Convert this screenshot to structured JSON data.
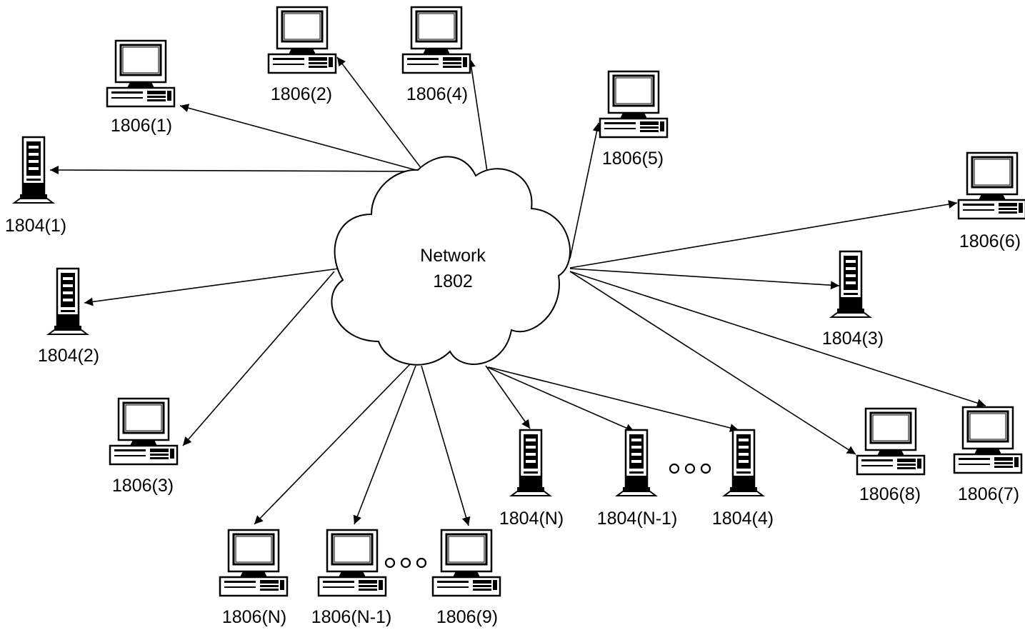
{
  "network": {
    "title": "Network",
    "id": "1802"
  },
  "devices": [
    {
      "kind": "workstation",
      "label": "1806(1)"
    },
    {
      "kind": "workstation",
      "label": "1806(2)"
    },
    {
      "kind": "workstation",
      "label": "1806(4)"
    },
    {
      "kind": "workstation",
      "label": "1806(5)"
    },
    {
      "kind": "workstation",
      "label": "1806(6)"
    },
    {
      "kind": "server",
      "label": "1804(1)"
    },
    {
      "kind": "server",
      "label": "1804(2)"
    },
    {
      "kind": "workstation",
      "label": "1806(3)"
    },
    {
      "kind": "server",
      "label": "1804(3)"
    },
    {
      "kind": "workstation",
      "label": "1806(8)"
    },
    {
      "kind": "workstation",
      "label": "1806(7)"
    },
    {
      "kind": "server",
      "label": "1804(N)"
    },
    {
      "kind": "server",
      "label": "1804(N-1)"
    },
    {
      "kind": "server",
      "label": "1804(4)"
    },
    {
      "kind": "workstation",
      "label": "1806(N)"
    },
    {
      "kind": "workstation",
      "label": "1806(N-1)"
    },
    {
      "kind": "workstation",
      "label": "1806(9)"
    }
  ],
  "ellipses": [
    "ellipsis-bottom-workstations",
    "ellipsis-bottom-servers"
  ],
  "colors": {
    "stroke": "#000000",
    "background": "#ffffff"
  }
}
